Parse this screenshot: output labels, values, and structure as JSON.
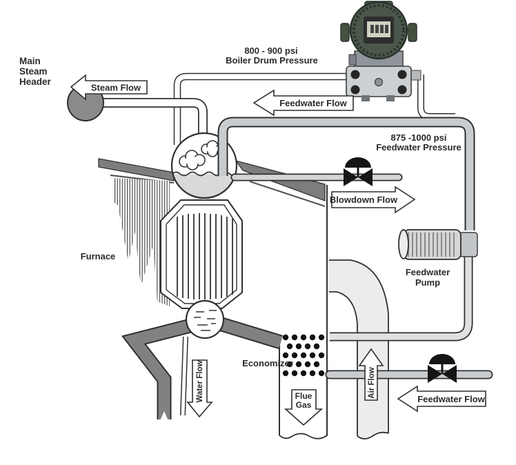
{
  "labels": {
    "main_steam_header": {
      "line1": "Main",
      "line2": "Steam",
      "line3": "Header"
    },
    "steam_flow": "Steam Flow",
    "boiler_drum_pressure_value": "800 - 900 psi",
    "boiler_drum_pressure_label": "Boiler Drum Pressure",
    "feedwater_flow_top": "Feedwater Flow",
    "feedwater_pressure_value": "875 -1000 psi",
    "feedwater_pressure_label": "Feedwater Pressure",
    "blowdown_flow": "Blowdown Flow",
    "furnace": "Furnace",
    "feedwater_pump": {
      "line1": "Feedwater",
      "line2": "Pump"
    },
    "economizer": "Economizer",
    "flue_gas": {
      "line1": "Flue",
      "line2": "Gas"
    },
    "air_flow": "Air Flow",
    "water_flow": "Water Flow",
    "feedwater_flow_bottom": "Feedwater Flow"
  },
  "colors": {
    "outline": "#2f2f2f",
    "dark_gray_metal": "#7d7d7d",
    "pipe_gray": "#c9cccf",
    "duct_gray": "#ececec",
    "drum_water_gray": "#d9d9d9",
    "transmitter_green": "#4a574a",
    "transmitter_body_gray": "#ccd0d3",
    "valve_black": "#151515",
    "background": "#ffffff"
  }
}
